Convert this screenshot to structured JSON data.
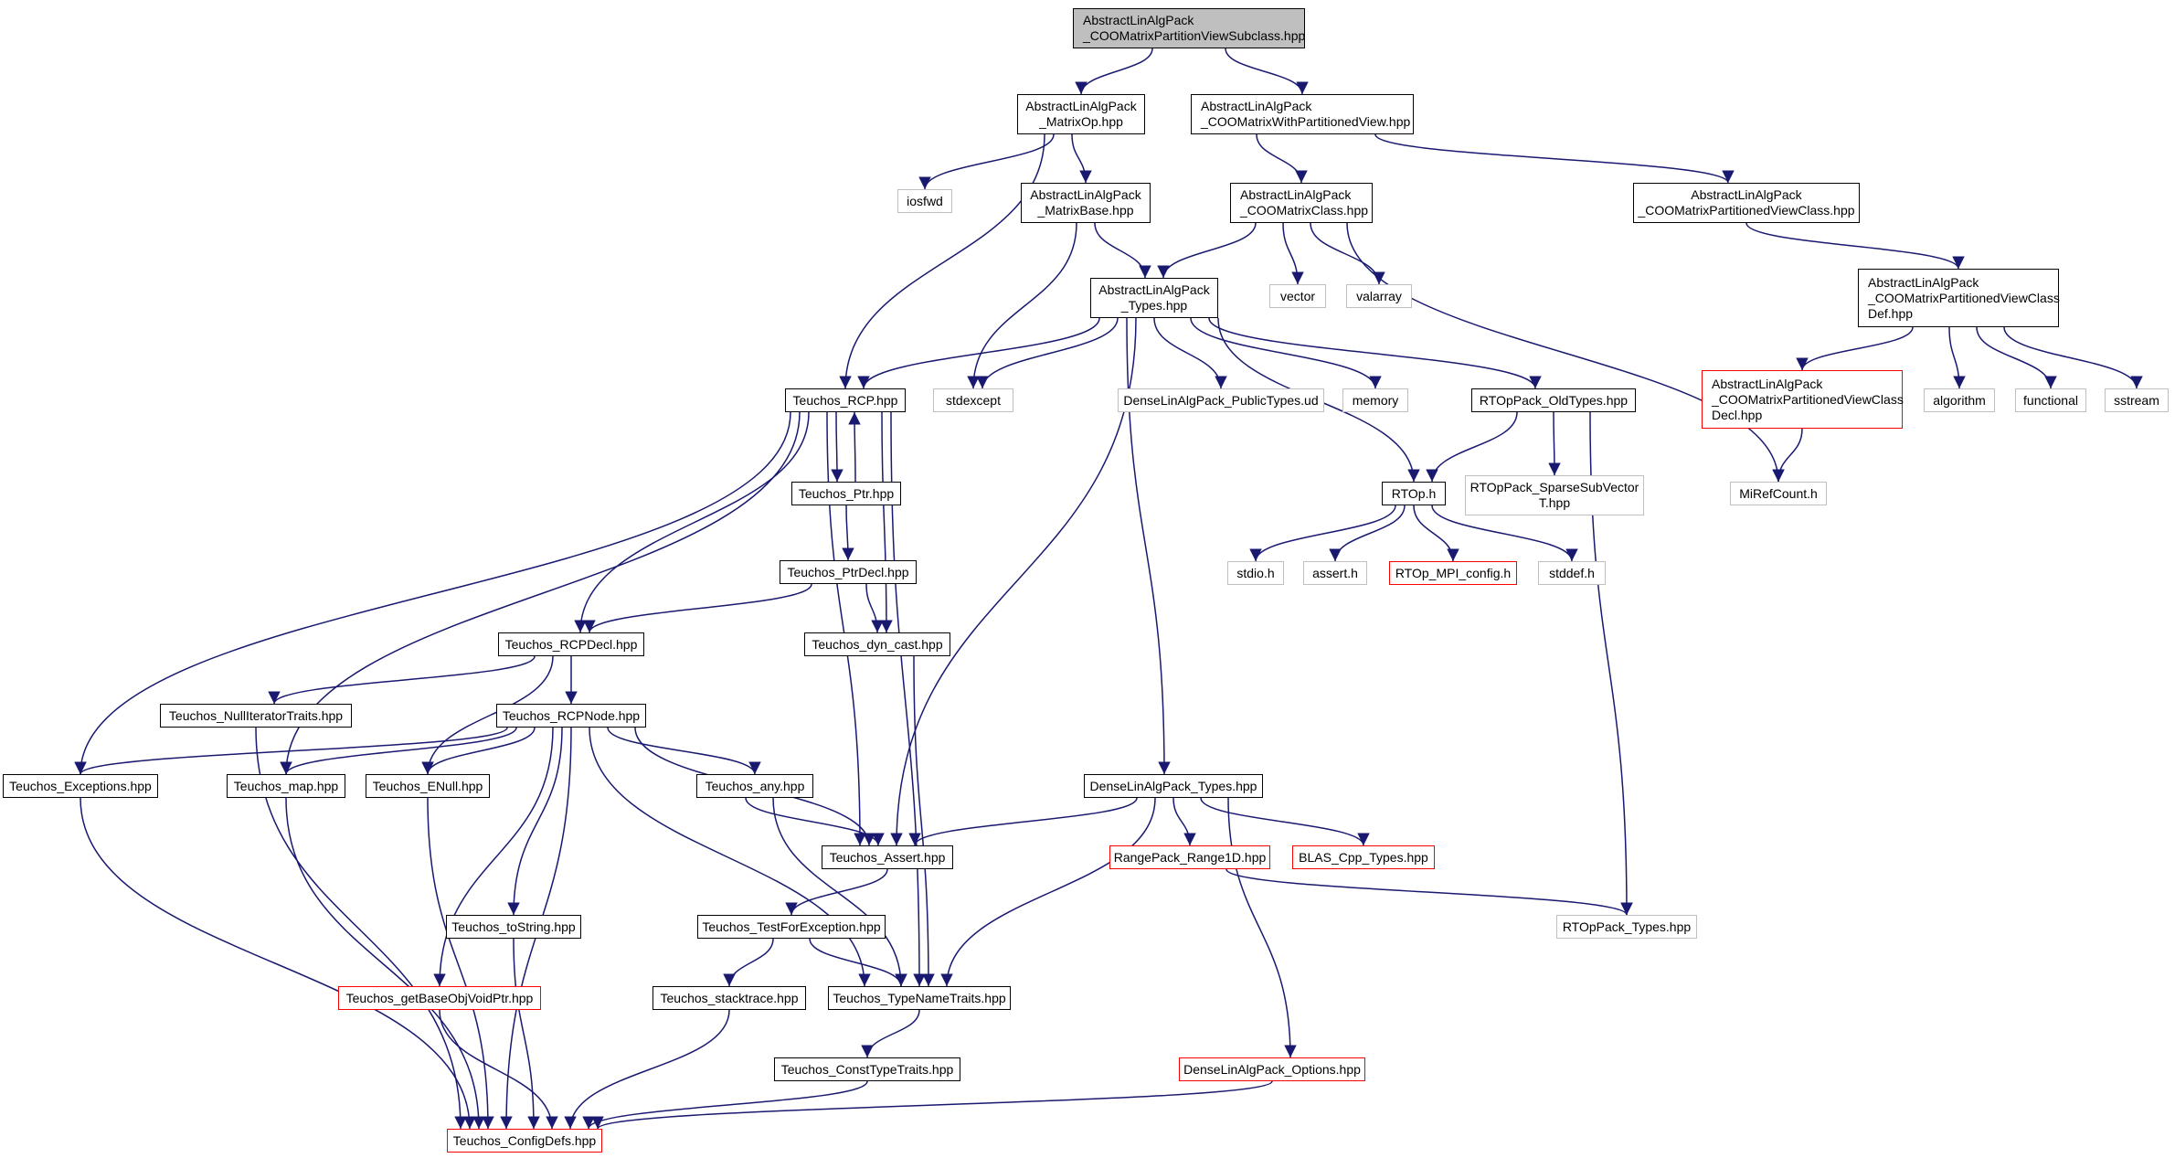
{
  "colors": {
    "edge": "#191970",
    "root_fill": "#bfbfbf",
    "node_border": "#000000",
    "system_border": "#bfbfbf",
    "truncated_border": "#ff0000"
  },
  "nodes": {
    "root": "AbstractLinAlgPack\n_COOMatrixPartitionViewSubclass.hpp",
    "matrixop": "AbstractLinAlgPack\n_MatrixOp.hpp",
    "coowithpart": "AbstractLinAlgPack\n_COOMatrixWithPartitionedView.hpp",
    "iosfwd": "iosfwd",
    "matrixbase": "AbstractLinAlgPack\n_MatrixBase.hpp",
    "cooclass": "AbstractLinAlgPack\n_COOMatrixClass.hpp",
    "coopartclass": "AbstractLinAlgPack\n_COOMatrixPartitionedViewClass.hpp",
    "types": "AbstractLinAlgPack\n_Types.hpp",
    "vector": "vector",
    "valarray": "valarray",
    "coopartdef": "AbstractLinAlgPack\n_COOMatrixPartitionedViewClass\nDef.hpp",
    "rcp": "Teuchos_RCP.hpp",
    "stdexcept": "stdexcept",
    "dlapublic": "DenseLinAlgPack_PublicTypes.ud",
    "memory": "memory",
    "rtopold": "RTOpPack_OldTypes.hpp",
    "coopartdecl": "AbstractLinAlgPack\n_COOMatrixPartitionedViewClass\nDecl.hpp",
    "algorithm": "algorithm",
    "functional": "functional",
    "sstream": "sstream",
    "ptr": "Teuchos_Ptr.hpp",
    "rtoph": "RTOp.h",
    "sparsesub": "RTOpPack_SparseSubVector\nT.hpp",
    "mirefcount": "MiRefCount.h",
    "ptrdecl": "Teuchos_PtrDecl.hpp",
    "stdio": "stdio.h",
    "asserth": "assert.h",
    "mpiconfig": "RTOp_MPI_config.h",
    "stddef": "stddef.h",
    "rcpdecl": "Teuchos_RCPDecl.hpp",
    "dyncast": "Teuchos_dyn_cast.hpp",
    "nulliter": "Teuchos_NullIteratorTraits.hpp",
    "rcpnode": "Teuchos_RCPNode.hpp",
    "exceptions": "Teuchos_Exceptions.hpp",
    "map": "Teuchos_map.hpp",
    "enull": "Teuchos_ENull.hpp",
    "any": "Teuchos_any.hpp",
    "dlatypes": "DenseLinAlgPack_Types.hpp",
    "tassert": "Teuchos_Assert.hpp",
    "range1d": "RangePack_Range1D.hpp",
    "blas": "BLAS_Cpp_Types.hpp",
    "tostring": "Teuchos_toString.hpp",
    "testforexc": "Teuchos_TestForException.hpp",
    "rtoptypes": "RTOpPack_Types.hpp",
    "getbase": "Teuchos_getBaseObjVoidPtr.hpp",
    "stacktrace": "Teuchos_stacktrace.hpp",
    "typename": "Teuchos_TypeNameTraits.hpp",
    "consttype": "Teuchos_ConstTypeTraits.hpp",
    "options": "DenseLinAlgPack_Options.hpp",
    "configdefs": "Teuchos_ConfigDefs.hpp"
  }
}
